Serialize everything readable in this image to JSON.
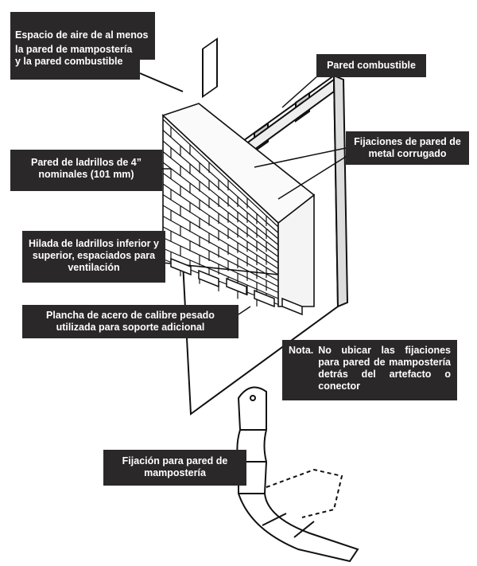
{
  "labels": {
    "air_gap_line1": "Espacio de aire de al menos",
    "air_gap_line2": "la pared de mampostería",
    "air_gap_line3": "y la pared combustible",
    "combustible_wall": "Pared combustible",
    "corrugated_ties": "Fijaciones de pared de metal corrugado",
    "brick_wall": "Pared de ladrillos de 4” nominales (101 mm)",
    "brick_courses": "Hilada de ladrillos inferior y superior, espaciados para ventilación",
    "steel_plate": "Plancha de acero de calibre pesado utilizada para soporte adicional",
    "note_prefix": "Nota.",
    "note_text": "No ubicar las fijaciones para pared de mampostería detrás del artefacto o conector",
    "tie_detail": "Fijación para pared de mampostería"
  }
}
